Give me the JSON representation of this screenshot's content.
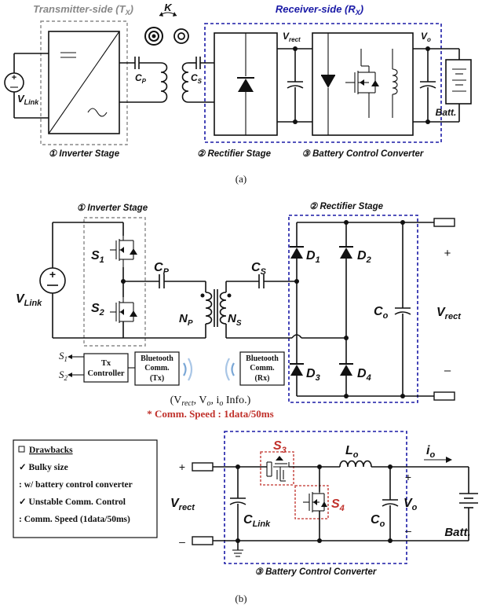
{
  "part_a": {
    "transmitter_label": "Transmitter-side (T",
    "transmitter_sub": "X",
    "receiver_label": "Receiver-side (R",
    "receiver_sub": "X",
    "k": "K",
    "v_link": "V",
    "v_link_sub": "Link",
    "cp": "C",
    "cp_sub": "P",
    "cs": "C",
    "cs_sub": "S",
    "v_rect": "V",
    "v_rect_sub": "rect",
    "vo": "V",
    "vo_sub": "o",
    "batt": "Batt.",
    "stage1": "① Inverter Stage",
    "stage2": "② Rectifier Stage",
    "stage3": "③ Battery Control Converter",
    "caption": "(a)"
  },
  "part_b": {
    "inverter_stage": "① Inverter Stage",
    "rectifier_stage": "② Rectifier Stage",
    "s1": "S",
    "s1_sub": "1",
    "s2": "S",
    "s2_sub": "2",
    "cp": "C",
    "cp_sub": "P",
    "cs": "C",
    "cs_sub": "S",
    "np": "N",
    "np_sub": "P",
    "ns": "N",
    "ns_sub": "S",
    "d1": "D",
    "d1_sub": "1",
    "d2": "D",
    "d2_sub": "2",
    "d3": "D",
    "d3_sub": "3",
    "d4": "D",
    "d4_sub": "4",
    "co": "C",
    "co_sub": "o",
    "v_link": "V",
    "v_link_sub": "Link",
    "v_rect": "V",
    "v_rect_sub": "rect",
    "plus": "+",
    "minus": "–",
    "sig_s1": "S",
    "sig_s1_sub": "1",
    "sig_s2": "S",
    "sig_s2_sub": "2",
    "tx_controller_line1": "Tx",
    "tx_controller_line2": "Controller",
    "bt_tx_line1": "Bluetooth",
    "bt_tx_line2": "Comm.",
    "bt_tx_line3": "(Tx)",
    "bt_rx_line1": "Bluetooth",
    "bt_rx_line2": "Comm.",
    "bt_rx_line3": "(Rx)",
    "info_text": "(V",
    "info_rect": "rect",
    "info_mid": ", V",
    "info_o": "o",
    "info_mid2": ", i",
    "info_o2": "o",
    "info_end": " Info.)",
    "comm_speed": "* Comm. Speed : 1data/50ms"
  },
  "drawbacks": {
    "title": "Drawbacks",
    "item1": "✓  Bulky size",
    "item2": ": w/ battery control converter",
    "item3": "✓  Unstable Comm. Control",
    "item4": ": Comm. Speed (1data/50ms)"
  },
  "part_c": {
    "s3": "S",
    "s3_sub": "3",
    "s4": "S",
    "s4_sub": "4",
    "lo": "L",
    "lo_sub": "o",
    "io": "i",
    "io_sub": "o",
    "vo": "V",
    "vo_sub": "o",
    "co": "C",
    "co_sub": "o",
    "clink": "C",
    "clink_sub": "Link",
    "v_rect": "V",
    "v_rect_sub": "rect",
    "batt": "Batt.",
    "plus": "+",
    "minus": "–",
    "stage3": "③ Battery Control Converter",
    "caption": "(b)"
  },
  "colors": {
    "receiver_blue": "#1a1aa6",
    "highlight_red": "#c0302a",
    "box_gray": "#888888"
  }
}
